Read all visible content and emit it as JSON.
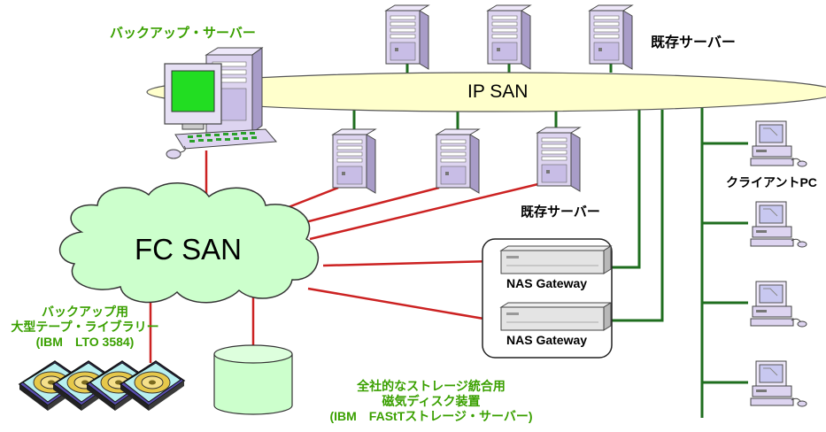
{
  "labels": {
    "backup_server": "バックアップ・サーバー",
    "existing_servers_top": "既存サーバー",
    "existing_servers_mid": "既存サーバー",
    "ip_san": "IP SAN",
    "fc_san": "FC SAN",
    "client_pc": "クライアントPC",
    "nas_gateway_1": "NAS Gateway",
    "nas_gateway_2": "NAS Gateway",
    "tape_line1": "バックアップ用",
    "tape_line2": "大型テープ・ライブラリー",
    "tape_line3": "(IBM　LTO 3584)",
    "disk_line1": "全社的なストレージ統合用",
    "disk_line2": "磁気ディスク装置",
    "disk_line3": "(IBM　FAStTストレージ・サーバー)"
  },
  "colors": {
    "ip_san_fill": "#ffffcc",
    "fc_san_fill": "#ccffcc",
    "fc_link": "#cc2222",
    "ip_link": "#1f6e1f",
    "server_body": "#ddd4f0",
    "label_green": "#3aa000",
    "disk_fill": "#ccffcc"
  },
  "icons": {
    "server": "tower-server-icon",
    "client": "desktop-pc-icon",
    "backup": "backup-workstation-icon",
    "nas": "rack-appliance-icon",
    "tape": "tape-cartridge-icon",
    "disk": "disk-storage-icon"
  }
}
